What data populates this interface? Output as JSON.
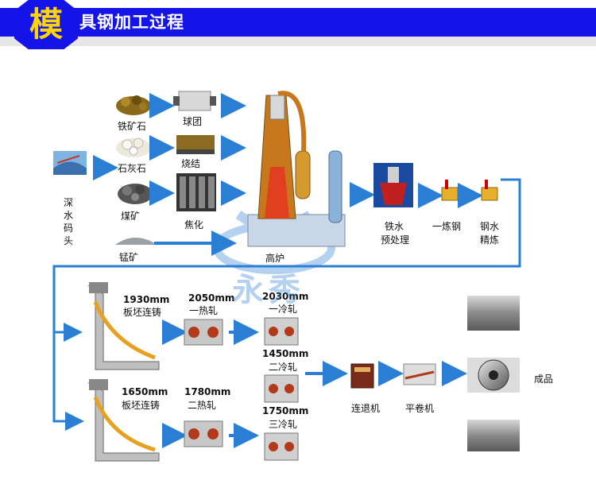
{
  "header": {
    "badge_char": "模",
    "title": "具钢加工过程"
  },
  "colors": {
    "header_blue": "#1414e8",
    "badge_yellow": "#ffd400",
    "flow_blue": "#2a7fd4"
  },
  "materials": {
    "iron_ore": "铁矿石",
    "limestone": "石灰石",
    "coal": "煤矿",
    "manganese": "锰矿"
  },
  "wharf": {
    "label": "深水码头"
  },
  "prep": {
    "pellet": "球团",
    "sinter": "烧结",
    "coke": "焦化"
  },
  "furnace": {
    "label": "高炉"
  },
  "steel": {
    "pretreat_l1": "铁水",
    "pretreat_l2": "预处理",
    "converter": "一炼钢",
    "refine_l1": "钢水",
    "refine_l2": "精炼"
  },
  "row1": {
    "caster_size": "1930mm",
    "caster_name": "板坯连铸",
    "hot_size": "2050mm",
    "hot_name": "一热轧",
    "cold_size": "2030mm",
    "cold_name": "一冷轧"
  },
  "row2": {
    "caster_size": "1650mm",
    "caster_name": "板坯连铸",
    "hot_size": "1780mm",
    "hot_name": "二热轧"
  },
  "cold2": {
    "size": "1450mm",
    "name": "二冷轧"
  },
  "cold3": {
    "size": "1750mm",
    "name": "三冷轧"
  },
  "finish": {
    "anneal": "连退机",
    "leveler": "平卷机",
    "products": "成品"
  },
  "watermark": {
    "text": "永秀"
  }
}
